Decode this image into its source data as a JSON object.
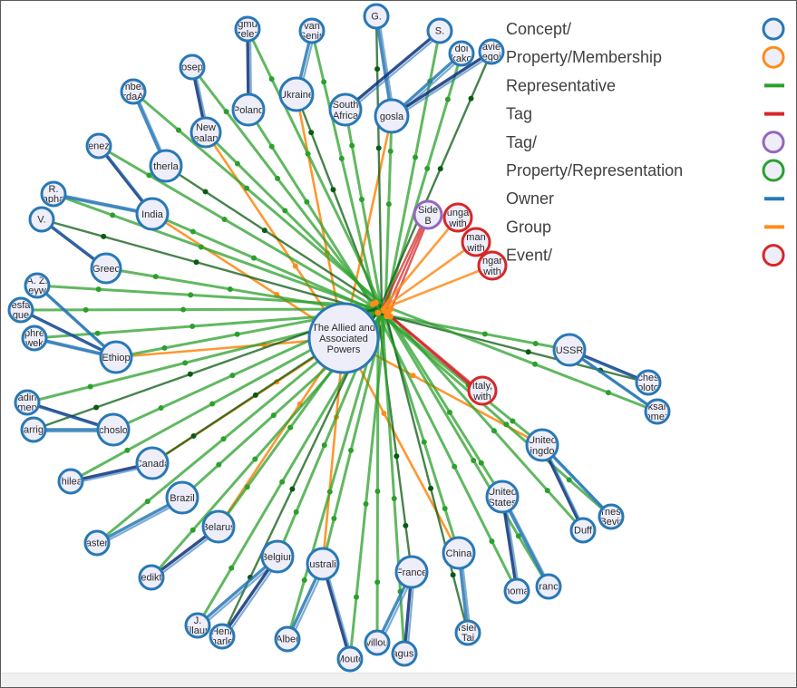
{
  "colors": {
    "concept_stroke": "#2878b5",
    "owner": "#2878b5",
    "owner_dark": "#0d2f7a",
    "representative": "#2ca02c",
    "representative_dark": "#0a5a12",
    "group": "#ff8c1a",
    "tag": "#d62728",
    "tag_node": "#9467bd",
    "node_fill": "#eeeefa"
  },
  "legend": [
    {
      "label": "Concept/",
      "kind": "circle",
      "color": "#2878b5"
    },
    {
      "label": "Property/Membership",
      "kind": "circle",
      "color": "#ff8c1a"
    },
    {
      "label": "Representative",
      "kind": "line",
      "color": "#2ca02c"
    },
    {
      "label": "Tag",
      "kind": "line",
      "color": "#d62728"
    },
    {
      "label": "Tag/",
      "kind": "circle",
      "color": "#9467bd"
    },
    {
      "label": "Property/Representation",
      "kind": "circle",
      "color": "#2ca02c"
    },
    {
      "label": "Owner",
      "kind": "line",
      "color": "#2878b5"
    },
    {
      "label": "Group",
      "kind": "line",
      "color": "#ff8c1a"
    },
    {
      "label": "Event/",
      "kind": "circle",
      "color": "#d62728"
    }
  ],
  "hub": {
    "lines": [
      "The Allied and",
      "Associated",
      "Powers"
    ]
  },
  "nodes": [
    {
      "id": "ukraine",
      "lines": [
        "Ukraine"
      ],
      "t": "c"
    },
    {
      "id": "south-africa",
      "lines": [
        "South",
        "Africa"
      ],
      "t": "c"
    },
    {
      "id": "yugoslavia",
      "lines": [
        "gosla"
      ],
      "t": "c"
    },
    {
      "id": "poland",
      "lines": [
        "Poland"
      ],
      "t": "c"
    },
    {
      "id": "new-zealand",
      "lines": [
        "New",
        "ealan"
      ],
      "t": "c"
    },
    {
      "id": "netherlands",
      "lines": [
        "therla"
      ],
      "t": "c"
    },
    {
      "id": "india",
      "lines": [
        "India"
      ],
      "t": "c"
    },
    {
      "id": "greece",
      "lines": [
        "Greec"
      ],
      "t": "c"
    },
    {
      "id": "ethiopia",
      "lines": [
        "Ethiop"
      ],
      "t": "c"
    },
    {
      "id": "czechoslovakia",
      "lines": [
        "choslo"
      ],
      "t": "c"
    },
    {
      "id": "canada",
      "lines": [
        "Canada"
      ],
      "t": "c"
    },
    {
      "id": "brazil",
      "lines": [
        "Brazil"
      ],
      "t": "c"
    },
    {
      "id": "belarus",
      "lines": [
        "Belarus"
      ],
      "t": "c"
    },
    {
      "id": "belgium",
      "lines": [
        "Belgiun"
      ],
      "t": "c"
    },
    {
      "id": "australia",
      "lines": [
        "ustrali"
      ],
      "t": "c"
    },
    {
      "id": "france",
      "lines": [
        "France"
      ],
      "t": "c"
    },
    {
      "id": "china",
      "lines": [
        "China"
      ],
      "t": "c"
    },
    {
      "id": "united-states",
      "lines": [
        "United",
        "States"
      ],
      "t": "c"
    },
    {
      "id": "united-kingdom",
      "lines": [
        "United",
        "ingdo"
      ],
      "t": "c"
    },
    {
      "id": "ussr",
      "lines": [
        "USSR"
      ],
      "t": "c"
    },
    {
      "id": "side-b",
      "lines": [
        "Side",
        "B"
      ],
      "t": "tag"
    },
    {
      "id": "italy-event",
      "lines": [
        "Italy,",
        "with"
      ],
      "t": "ev"
    },
    {
      "id": "hungary-event",
      "lines": [
        "ngar",
        "with"
      ],
      "t": "ev"
    },
    {
      "id": "romania-event",
      "lines": [
        "man",
        "with"
      ],
      "t": "ev"
    },
    {
      "id": "bulgaria-event",
      "lines": [
        "unga",
        "with"
      ],
      "t": "ev"
    },
    {
      "id": "p-g",
      "lines": [
        "G."
      ],
      "t": "c"
    },
    {
      "id": "p-s",
      "lines": [
        "S."
      ],
      "t": "c"
    },
    {
      "id": "p-ivan",
      "lines": [
        "van",
        "Senin"
      ],
      "t": "c"
    },
    {
      "id": "p-zelez",
      "lines": [
        "gmu",
        "zelez"
      ],
      "t": "c"
    },
    {
      "id": "p-jakob",
      "lines": [
        "doi",
        "kako"
      ],
      "t": "c"
    },
    {
      "id": "p-savic",
      "lines": [
        "avie",
        "egoi"
      ],
      "t": "c"
    },
    {
      "id": "p-josep",
      "lines": [
        "osep"
      ],
      "t": "c"
    },
    {
      "id": "p-member",
      "lines": [
        "mber",
        "rdaA"
      ],
      "t": "c"
    },
    {
      "id": "p-venez",
      "lines": [
        "enez"
      ],
      "t": "c"
    },
    {
      "id": "p-r",
      "lines": [
        "R.",
        "apha"
      ],
      "t": "c"
    },
    {
      "id": "p-v",
      "lines": [
        "V."
      ],
      "t": "c"
    },
    {
      "id": "p-az",
      "lines": [
        "A. Z.",
        "eyw"
      ],
      "t": "c"
    },
    {
      "id": "p-tesfa",
      "lines": [
        "esfa",
        "gue"
      ],
      "t": "c"
    },
    {
      "id": "p-aphre",
      "lines": [
        "phre",
        "wek"
      ],
      "t": "c"
    },
    {
      "id": "p-vladim",
      "lines": [
        "adin",
        "men"
      ],
      "t": "c"
    },
    {
      "id": "p-harrig",
      "lines": [
        "arrig"
      ],
      "t": "c"
    },
    {
      "id": "p-chilea",
      "lines": [
        "ihilea"
      ],
      "t": "c"
    },
    {
      "id": "p-aster",
      "lines": [
        "aster"
      ],
      "t": "c"
    },
    {
      "id": "p-edikt",
      "lines": [
        "edikt"
      ],
      "t": "c"
    },
    {
      "id": "p-j",
      "lines": [
        "J.",
        "illaur"
      ],
      "t": "c"
    },
    {
      "id": "p-henri",
      "lines": [
        "Henr",
        "harle"
      ],
      "t": "c"
    },
    {
      "id": "p-albert",
      "lines": [
        "Alber"
      ],
      "t": "c"
    },
    {
      "id": "p-mouto",
      "lines": [
        "Mouto"
      ],
      "t": "c"
    },
    {
      "id": "p-villou",
      "lines": [
        "villou"
      ],
      "t": "c"
    },
    {
      "id": "p-agust",
      "lines": [
        "agust"
      ],
      "t": "c"
    },
    {
      "id": "p-tai",
      "lines": [
        "Tsien",
        "Tai"
      ],
      "t": "c"
    },
    {
      "id": "p-thomas",
      "lines": [
        "homa"
      ],
      "t": "c"
    },
    {
      "id": "p-franc",
      "lines": [
        "ranc"
      ],
      "t": "c"
    },
    {
      "id": "p-duff",
      "lines": [
        "Duff"
      ],
      "t": "c"
    },
    {
      "id": "p-bevin",
      "lines": [
        "rnes",
        "Bevir"
      ],
      "t": "c"
    },
    {
      "id": "p-molotov",
      "lines": [
        "ches",
        "oloto"
      ],
      "t": "c"
    },
    {
      "id": "p-gomez",
      "lines": [
        "ksar",
        "omez"
      ],
      "t": "c"
    }
  ]
}
